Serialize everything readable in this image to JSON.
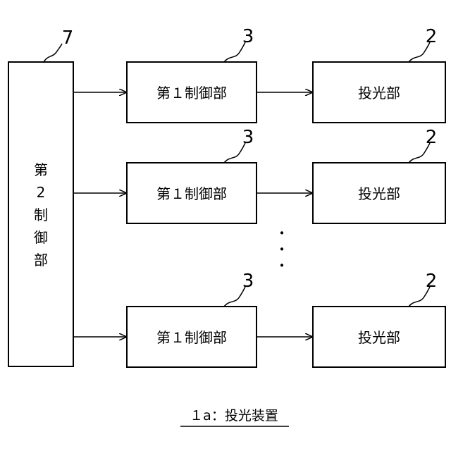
{
  "second_control": {
    "label_chars": [
      "第",
      "2",
      "制",
      "御",
      "部"
    ],
    "ref": "7"
  },
  "rows": [
    {
      "control_label": "第１制御部",
      "control_ref": "3",
      "light_label": "投光部",
      "light_ref": "2"
    },
    {
      "control_label": "第１制御部",
      "control_ref": "3",
      "light_label": "投光部",
      "light_ref": "2"
    },
    {
      "control_label": "第１制御部",
      "control_ref": "3",
      "light_label": "投光部",
      "light_ref": "2"
    }
  ],
  "ellipsis": [
    "・",
    "・",
    "・"
  ],
  "caption": "１a：投光装置"
}
